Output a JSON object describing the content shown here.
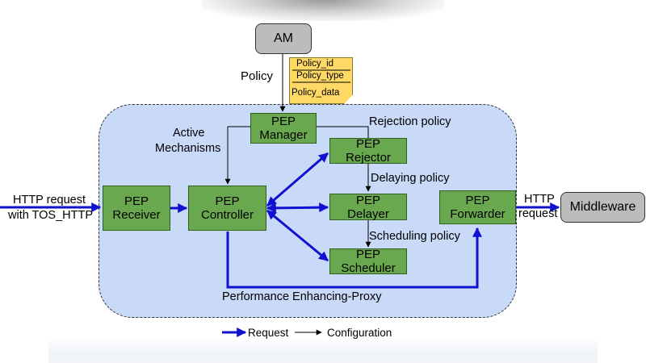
{
  "nodes": {
    "am": "AM",
    "middleware": "Middleware",
    "pep_manager": [
      "PEP",
      "Manager"
    ],
    "pep_rejector": [
      "PEP",
      "Rejector"
    ],
    "pep_receiver": [
      "PEP",
      "Receiver"
    ],
    "pep_controller": [
      "PEP",
      "Controller"
    ],
    "pep_delayer": [
      "PEP",
      "Delayer"
    ],
    "pep_forwarder": [
      "PEP",
      "Forwarder"
    ],
    "pep_scheduler": [
      "PEP",
      "Scheduler"
    ]
  },
  "policy_note": {
    "fields": [
      "Policy_id",
      "Policy_type",
      "Policy_data"
    ]
  },
  "labels": {
    "policy": "Policy",
    "active_mechanisms": [
      "Active",
      "Mechanisms"
    ],
    "rejection_policy": "Rejection policy",
    "delaying_policy": "Delaying policy",
    "scheduling_policy": "Scheduling policy",
    "http_request_in": [
      "HTTP request",
      "with TOS_HTTP"
    ],
    "http_request_out": [
      "HTTP",
      "request"
    ],
    "container": "Performance Enhancing-Proxy"
  },
  "legend": {
    "request": "Request",
    "configuration": "Configuration"
  },
  "colors": {
    "box_fill": "#6aa84f",
    "container_fill": "#c9daf8",
    "gray_fill": "#bcbcbc",
    "note_fill": "#ffd966",
    "request_arrow": "#1010d0",
    "config_arrow": "#000000"
  }
}
